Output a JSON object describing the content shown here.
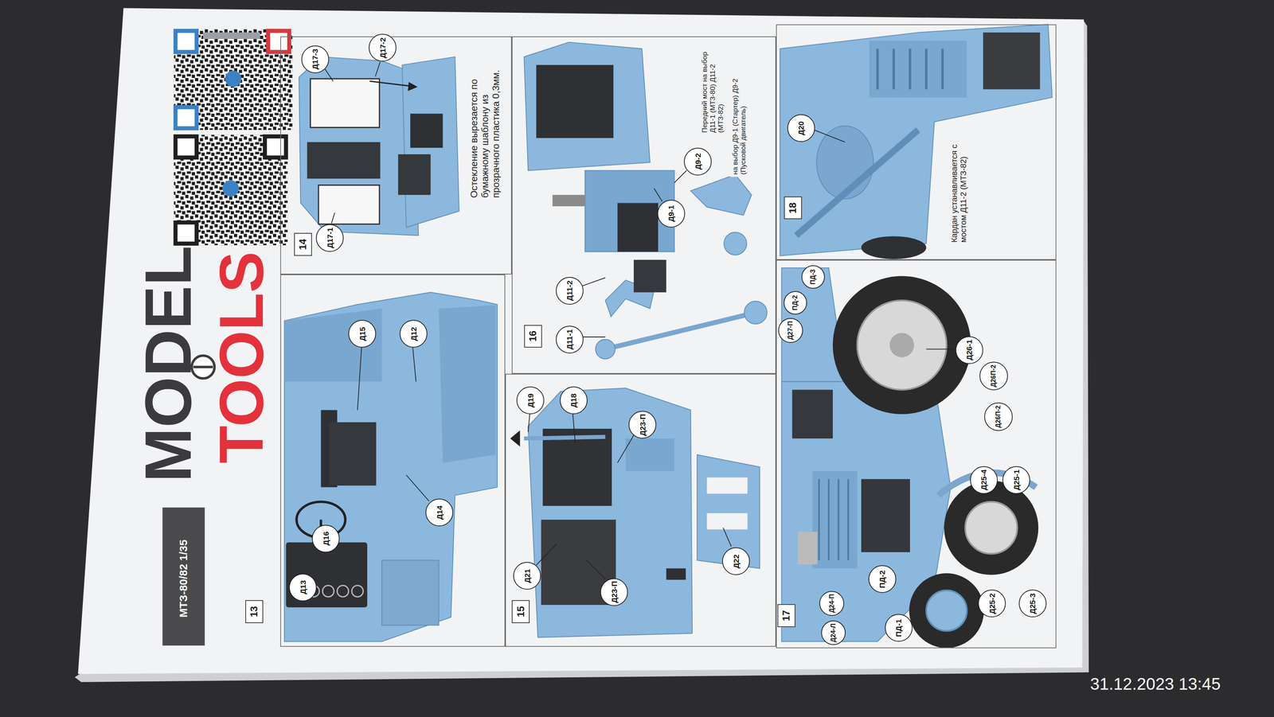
{
  "diagram": {
    "title": "МТЗ-80/82 1/35",
    "nodes": [
      {
        "text": [
          "13"
        ]
      },
      {
        "text": [
          "Д13"
        ],
        "in": 0
      },
      {
        "text": [
          "Д16"
        ],
        "in": 0
      },
      {
        "text": [
          "Д14"
        ],
        "in": 0
      },
      {
        "text": [
          "Д15"
        ],
        "in": 0
      },
      {
        "text": [
          "Д12"
        ],
        "in": 0
      },
      {
        "text": [
          "14"
        ]
      },
      {
        "text": [
          "Д17-1"
        ],
        "in": 6
      },
      {
        "text": [
          "Д17-3"
        ],
        "in": 6
      },
      {
        "text": [
          "Д17-2"
        ],
        "in": 6
      },
      {
        "text": [
          "15"
        ]
      },
      {
        "text": [
          "Д21"
        ],
        "in": 10
      },
      {
        "text": [
          "Д23-П"
        ],
        "in": 10
      },
      {
        "text": [
          "Д22"
        ],
        "in": 10
      },
      {
        "text": [
          "Д23-П"
        ],
        "in": 10
      },
      {
        "text": [
          "Д19"
        ],
        "in": 10
      },
      {
        "text": [
          "Д18"
        ],
        "in": 10
      },
      {
        "text": [
          "16"
        ]
      },
      {
        "text": [
          "Д11-1"
        ],
        "in": 17
      },
      {
        "text": [
          "Д11-2"
        ],
        "in": 17
      },
      {
        "text": [
          "Д9-1"
        ],
        "in": 17
      },
      {
        "text": [
          "Д9-2"
        ],
        "in": 17
      },
      {
        "text": [
          "17"
        ]
      },
      {
        "text": [
          "Д24-Л"
        ],
        "in": 22
      },
      {
        "text": [
          "ПД-1"
        ],
        "in": 22
      },
      {
        "text": [
          "Д24-П"
        ],
        "in": 22
      },
      {
        "text": [
          "ПД-2"
        ],
        "in": 22
      },
      {
        "text": [
          "Д25-2"
        ],
        "in": 22
      },
      {
        "text": [
          "Д25-3"
        ],
        "in": 22
      },
      {
        "text": [
          "Д25-4"
        ],
        "in": 22
      },
      {
        "text": [
          "Д25-1"
        ],
        "in": 22
      },
      {
        "text": [
          "Д26П-2"
        ],
        "in": 22
      },
      {
        "text": [
          "Д26П-2"
        ],
        "in": 22
      },
      {
        "text": [
          "Д26-1"
        ],
        "in": 22
      },
      {
        "text": [
          "Д27-П"
        ],
        "in": 22
      },
      {
        "text": [
          "ПД-2"
        ],
        "in": 22
      },
      {
        "text": [
          "ПД-3"
        ],
        "in": 22
      },
      {
        "text": [
          "18"
        ]
      },
      {
        "text": [
          "Д20"
        ],
        "in": 37
      }
    ],
    "labels": [
      "MODEL",
      "TOOLS",
      "Остекление вырезается по бумажному шаблону из прозрачного пластика 0,3мм.",
      "Передний мост на выбор Д11-1 (МТЗ-80) Д11-2 (МТЗ-82)",
      "на выбор Д9-1 (Стартер) Д9-2 (Пусковой двигатель)",
      "Кардан устанавливается с мостом Д11-2 (МТЗ-82)",
      "31.12.2023 13:45"
    ]
  }
}
